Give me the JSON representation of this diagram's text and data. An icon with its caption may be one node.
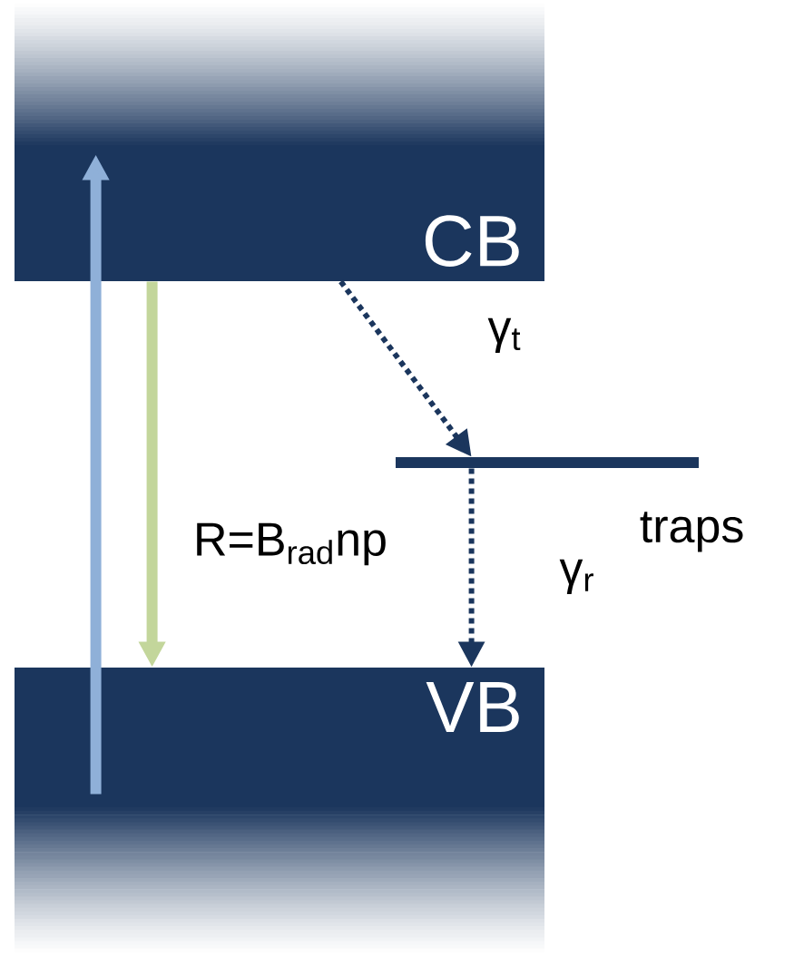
{
  "diagram": {
    "nodes": [
      {
        "text": [
          "CB"
        ]
      },
      {
        "text": [
          "VB"
        ]
      },
      {
        "text": [],
        "shape": "bar",
        "beside": [
          "traps"
        ]
      }
    ],
    "edges": [
      {
        "from": 1,
        "to": 0,
        "arrow": "to",
        "style": "thick",
        "color": "#8fb0d8"
      },
      {
        "from": 0,
        "to": 1,
        "arrow": "to",
        "style": "thick",
        "color": "#c3d69b",
        "label": "R=B$_{rad}$np"
      },
      {
        "from": 0,
        "to": 2,
        "arrow": "to",
        "style": "dashed",
        "color": "#1b365d",
        "label": "γ$_{t}$"
      },
      {
        "from": 2,
        "to": 1,
        "arrow": "to",
        "style": "dashed",
        "color": "#1b365d",
        "label": "γ$_{r}$"
      }
    ]
  }
}
